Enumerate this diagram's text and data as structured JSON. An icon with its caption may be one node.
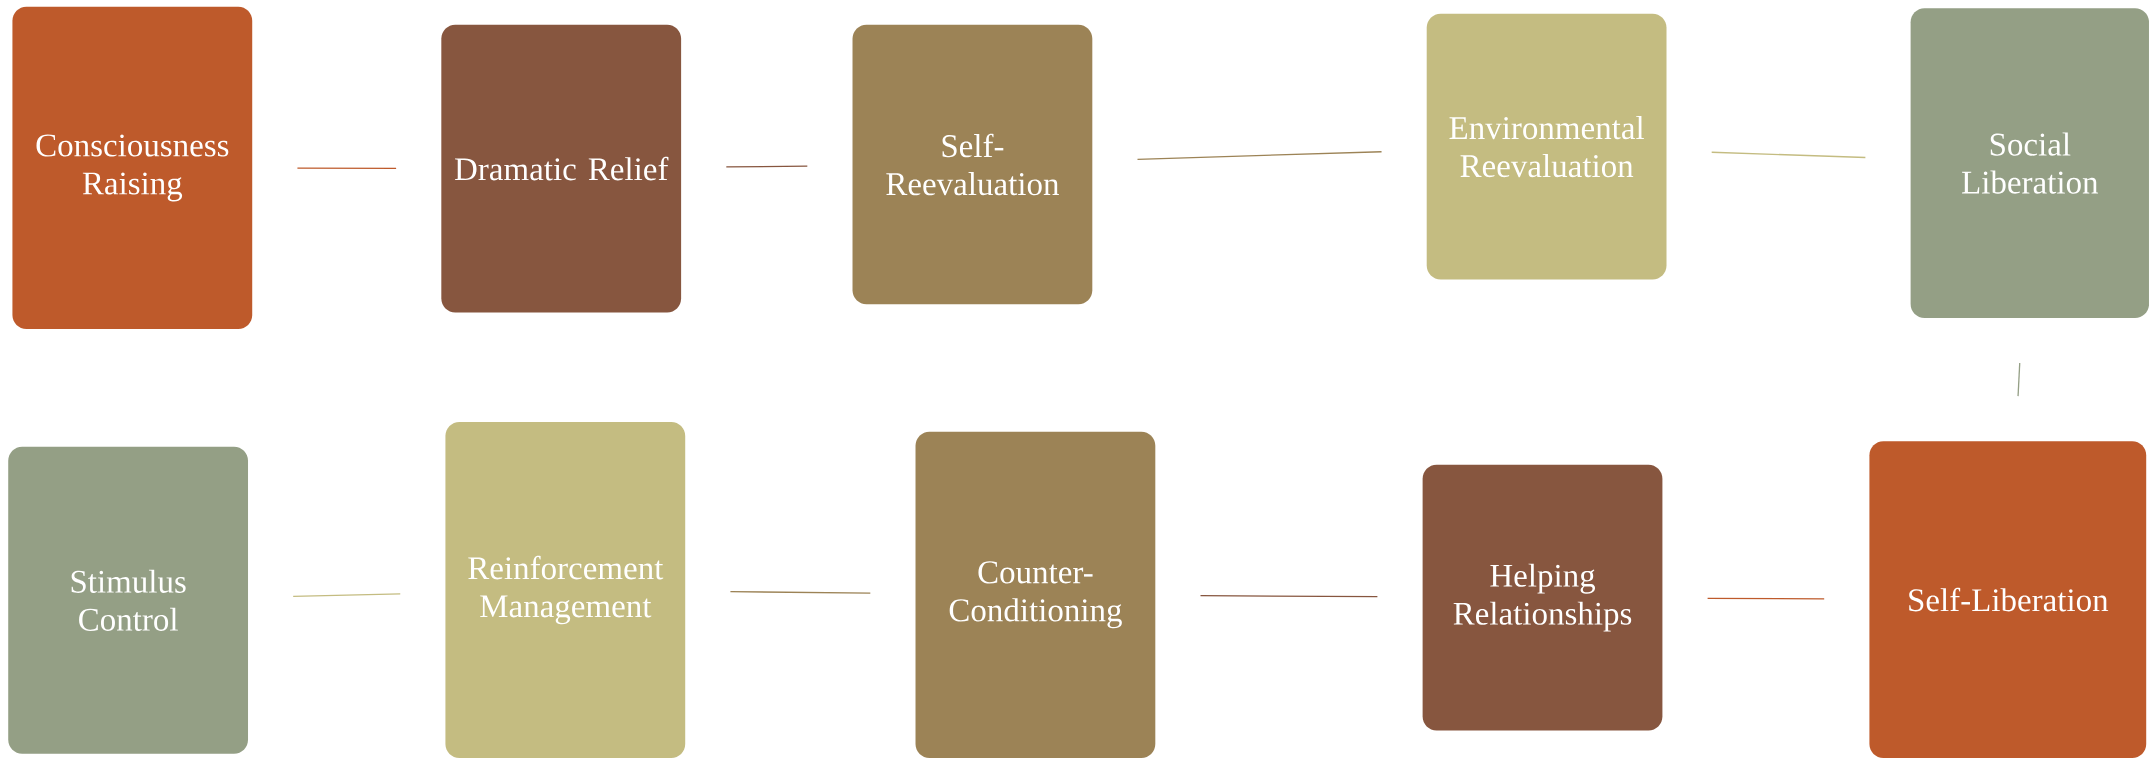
{
  "diagram": {
    "nodes": [
      {
        "text": [
          "Consciousness Raising"
        ]
      },
      {
        "text": [
          "Dramatic Relief"
        ]
      },
      {
        "text": [
          "Self-Reevaluation"
        ]
      },
      {
        "text": [
          "Environmental Reevaluation"
        ]
      },
      {
        "text": [
          "Social Liberation"
        ]
      },
      {
        "text": [
          "Self-Liberation"
        ]
      },
      {
        "text": [
          "Helping Relationships"
        ]
      },
      {
        "text": [
          "Counter-Conditioning"
        ]
      },
      {
        "text": [
          "Reinforcement Management"
        ]
      },
      {
        "text": [
          "Stimulus Control"
        ]
      }
    ],
    "edges": [
      {
        "from": 0,
        "to": 1,
        "arrow": "none",
        "color": "#be5a2b"
      },
      {
        "from": 1,
        "to": 2,
        "arrow": "none",
        "color": "#87563f"
      },
      {
        "from": 2,
        "to": 3,
        "arrow": "none",
        "color": "#9c8356"
      },
      {
        "from": 3,
        "to": 4,
        "arrow": "none",
        "color": "#c4bc81"
      },
      {
        "from": 4,
        "to": 5,
        "arrow": "none",
        "color": "#949f85"
      },
      {
        "from": 5,
        "to": 6,
        "arrow": "none",
        "color": "#be5a2b"
      },
      {
        "from": 6,
        "to": 7,
        "arrow": "none",
        "color": "#87563f"
      },
      {
        "from": 7,
        "to": 8,
        "arrow": "none",
        "color": "#9c8356"
      },
      {
        "from": 8,
        "to": 9,
        "arrow": "none",
        "color": "#c4bc81"
      }
    ]
  }
}
